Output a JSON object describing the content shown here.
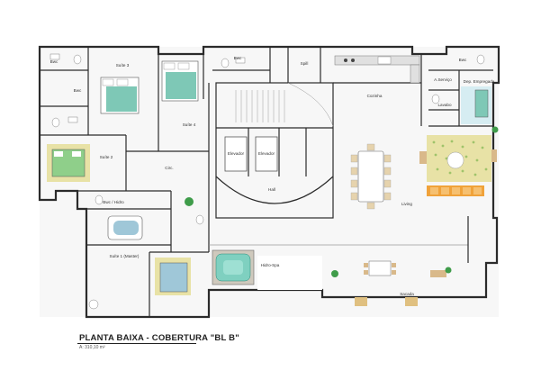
{
  "plan": {
    "title": "PLANTA BAIXA - COBERTURA \"BL B\"",
    "area": "A: 310,10 m²"
  },
  "rooms": {
    "banho_tl": "Bwc",
    "suite3": "Suíte 3",
    "banho_tc": "Bwc",
    "spill": "Spill",
    "cozinha": "Cozinha",
    "area_servico": "A.Serviço",
    "banho_tr": "Bwc",
    "dep_empregada": "Dep. Empregada",
    "lavabo": "Lavabo",
    "banho_l": "Bwc",
    "suite4": "Suíte 4",
    "suite2": "Suíte 2",
    "circ": "Circ.",
    "elevador1": "Elevador",
    "elevador2": "Elevador",
    "hall": "Hall",
    "living": "Living",
    "banho_master": "Bwc / Hidro",
    "suite1": "Suíte 1 (Master)",
    "hidro_spa": "Hidro-Spa",
    "sacada": "Sacada"
  },
  "colors": {
    "wall": "#2b2b2b",
    "bed_suite3": "#7ec8b6",
    "bed_suite4": "#7ec8b6",
    "bed_suite2": "#8fcf8a",
    "bed_dep": "#7ec8b6",
    "rug": "#e8e2a6",
    "rug_dot": "#9fc36a",
    "tub": "#9fc7d8",
    "spa_water": "#7fd0c0",
    "deck": "#cfc9bd",
    "wood": "#d9b98a",
    "sofa": "#f0a23a",
    "plant": "#3f9c4a",
    "floor_cyan": "#bfe6ee"
  }
}
